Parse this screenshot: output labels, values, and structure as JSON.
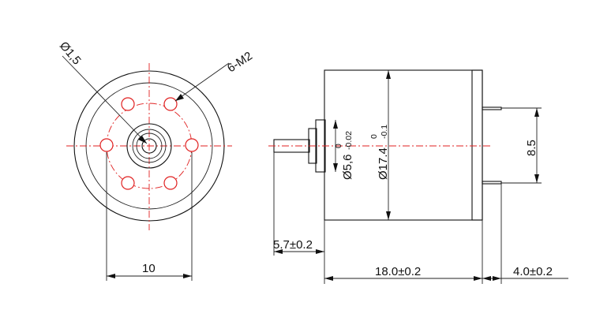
{
  "labels": {
    "hole_diameter": "Ø1,5",
    "thread_callout": "6-M2",
    "bolt_spacing": "10",
    "shaft_length": "5.7±0.2",
    "body_length": "18.0±0.2",
    "terminal_length": "4.0±0.2",
    "terminal_spacing": "8.5",
    "boss_main": "Ø5,6",
    "boss_tol_upper": "0",
    "boss_tol_lower": "-0.02",
    "body_main": "Ø17.4",
    "body_tol_upper": "0",
    "body_tol_lower": "-0.1"
  },
  "colors": {
    "outline": "#111111",
    "centerline": "#e02020"
  }
}
